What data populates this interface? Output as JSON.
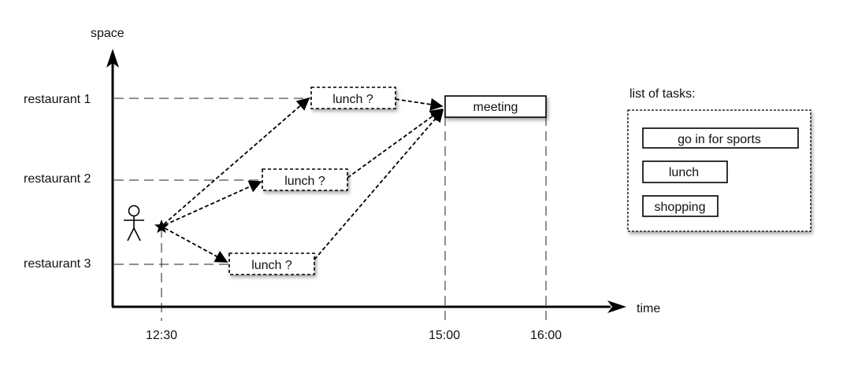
{
  "axes": {
    "y_label": "space",
    "x_label": "time"
  },
  "rows": {
    "r1": "restaurant 1",
    "r2": "restaurant 2",
    "r3": "restaurant 3"
  },
  "times": {
    "t1": "12:30",
    "t2": "15:00",
    "t3": "16:00"
  },
  "boxes": {
    "lunch_1": "lunch ?",
    "lunch_2": "lunch ?",
    "lunch_3": "lunch ?",
    "meeting": "meeting"
  },
  "task_list": {
    "title": "list of tasks:",
    "items": [
      "go in for sports",
      "lunch",
      "shopping"
    ]
  }
}
